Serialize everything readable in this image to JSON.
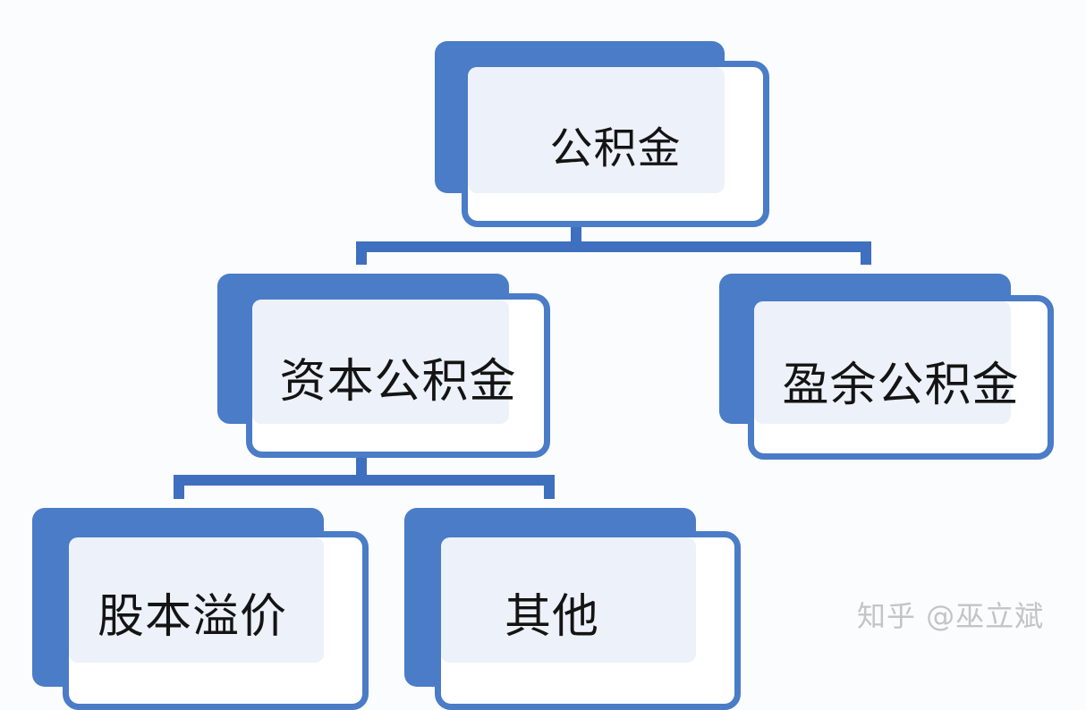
{
  "diagram": {
    "root": {
      "label": "公积金"
    },
    "level1": [
      {
        "label": "资本公积金"
      },
      {
        "label": "盈余公积金"
      }
    ],
    "level2": [
      {
        "label": "股本溢价"
      },
      {
        "label": "其他"
      }
    ],
    "colors": {
      "box_fill_back": "#4a7cc7",
      "box_border": "#4a7cc7",
      "box_inner": "#edf1f9",
      "connector": "#3f6fbf",
      "text": "#141414"
    }
  },
  "watermark": {
    "text": "知乎 @巫立斌"
  }
}
